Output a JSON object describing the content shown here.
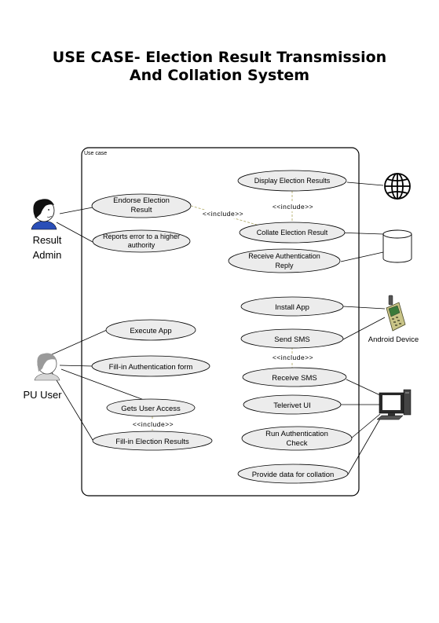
{
  "title": {
    "line1": "USE CASE- Election Result Transmission",
    "line2": "And Collation System"
  },
  "system": {
    "label": "Use case"
  },
  "actors": {
    "result_admin": {
      "line1": "Result",
      "line2": "Admin"
    },
    "pu_user": {
      "label": "PU User"
    },
    "android_device": {
      "label": "Android Device"
    }
  },
  "use_cases": {
    "endorse_line1": "Endorse Election",
    "endorse_line2": "Result",
    "reports_line1": "Reports error to a higher",
    "reports_line2": "authority",
    "display": "Display Election Results",
    "collate": "Collate Election Result",
    "receive_auth_line1": "Receive Authentication",
    "receive_auth_line2": "Reply",
    "install_app": "Install App",
    "send_sms": "Send SMS",
    "receive_sms": "Receive SMS",
    "telerivet": "Telerivet UI",
    "run_auth_line1": "Run Authentication",
    "run_auth_line2": "Check",
    "provide_data": "Provide data for collation",
    "execute_app": "Execute App",
    "fill_auth": "Fill-in Authentication form",
    "gets_access": "Gets User Access",
    "fill_results": "Fill-in Election Results"
  },
  "relations": {
    "include1": "<<include>>",
    "include2": "<<include>>",
    "include3": "<<include>>",
    "include4": "<<include>>"
  },
  "colors": {
    "ellipse_fill": "#ececec",
    "stroke": "#000000",
    "include_line": "#b5b070"
  },
  "icons": [
    "globe-icon",
    "database-icon",
    "mobile-phone-icon",
    "computer-icon",
    "admin-actor-icon",
    "user-actor-icon"
  ]
}
